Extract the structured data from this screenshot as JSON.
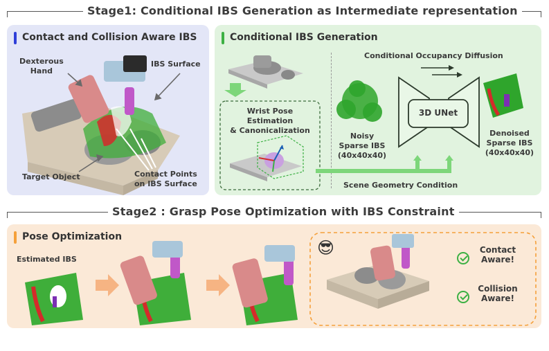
{
  "stage1": {
    "title": "Stage1: Conditional IBS Generation as Intermediate representation",
    "left_panel": {
      "title": "Contact and Collision Aware IBS",
      "labels": {
        "hand": "Dexterous\nHand",
        "ibs_surface": "IBS Surface",
        "target_object": "Target Object",
        "contact_points": "Contact Points\non IBS Surface"
      }
    },
    "right_panel": {
      "title": "Conditional IBS Generation",
      "wrist_pose": "Wrist Pose Estimation\n& Canonicalization",
      "occupancy_diffusion": "Conditional Occupancy Diffusion",
      "noisy": "Noisy\nSparse IBS\n(40x40x40)",
      "unet": "3D UNet",
      "denoised": "Denoised\nSparse IBS\n(40x40x40)",
      "scene_condition": "Scene Geometry Condition"
    }
  },
  "stage2": {
    "title": "Stage2 : Grasp Pose Optimization with IBS Constraint",
    "panel_title": "Pose Optimization",
    "estimated_ibs": "Estimated IBS",
    "emoji": "😎",
    "contact_aware": "Contact\nAware!",
    "collision_aware": "Collision\nAware!"
  },
  "colors": {
    "blue_accent": "#2f3fd8",
    "green_accent": "#3cb043",
    "orange_accent": "#f5a03a",
    "panel_blue": "#e3e6f7",
    "panel_green": "#e1f3df",
    "panel_orange": "#fbe9d7",
    "ibs_green": "#3fae3a",
    "hand_pink": "#d98a8a",
    "finger_purple": "#c058c8",
    "robot_blue": "#a9c6da",
    "table_beige": "#d7cbb7",
    "object_gray": "#8c8c8c"
  }
}
